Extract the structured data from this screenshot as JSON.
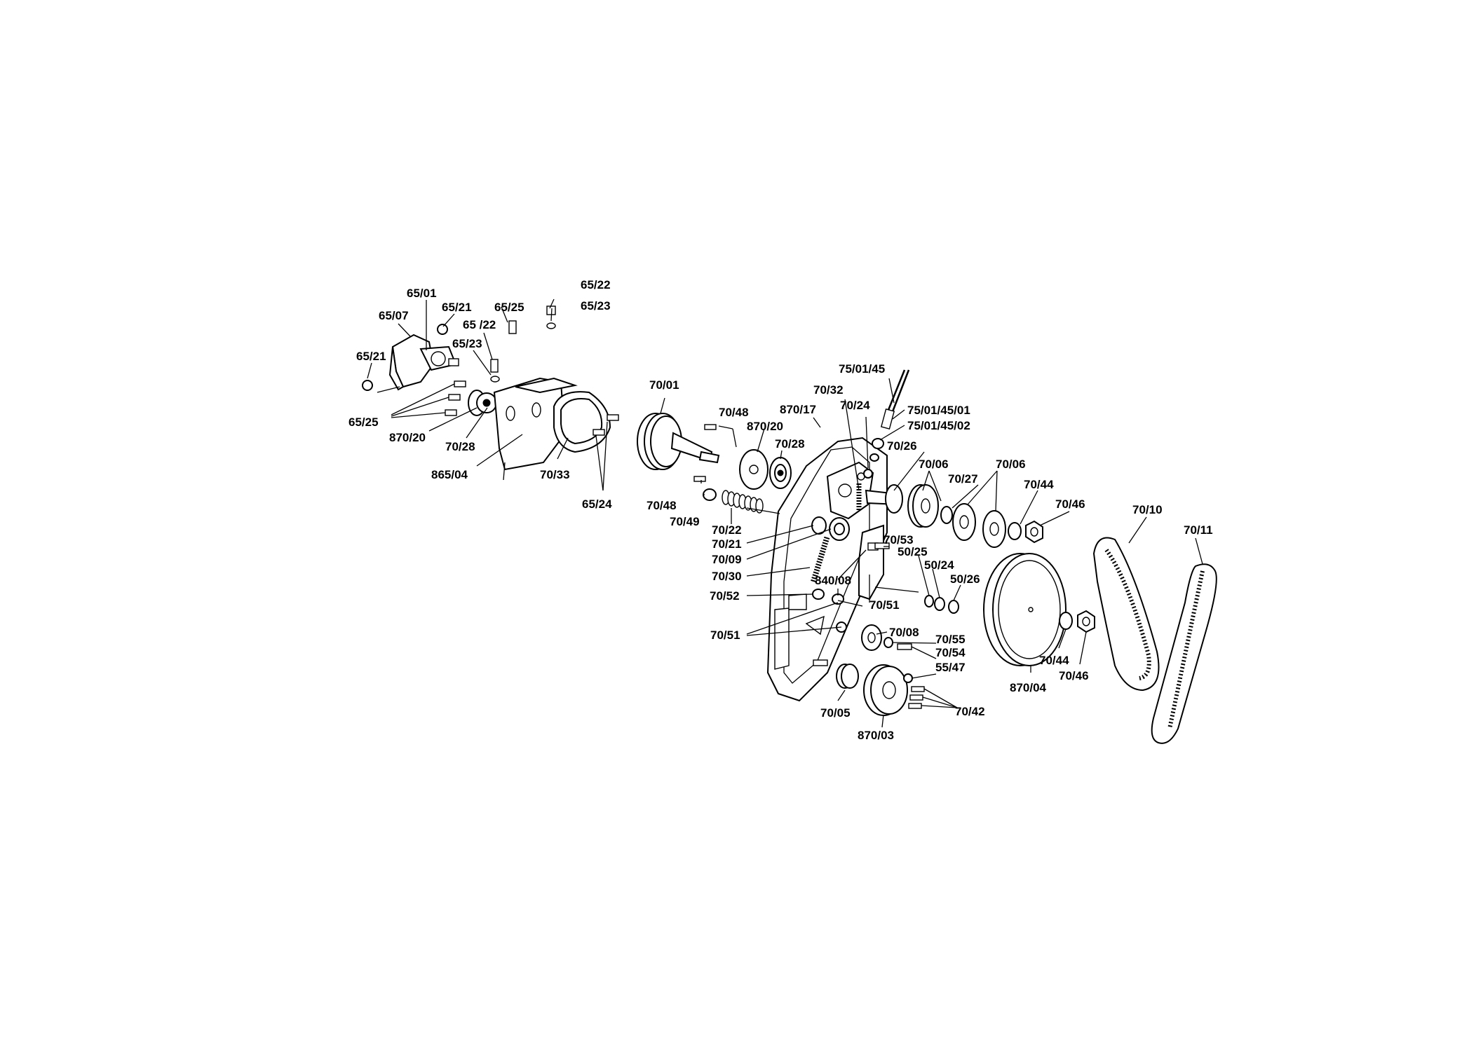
{
  "labels": [
    {
      "id": "l01",
      "text": "65/01"
    },
    {
      "id": "l02",
      "text": "65/21"
    },
    {
      "id": "l03",
      "text": "65/25"
    },
    {
      "id": "l04",
      "text": "65/22"
    },
    {
      "id": "l05",
      "text": "65/23"
    },
    {
      "id": "l06",
      "text": "65/07"
    },
    {
      "id": "l07",
      "text": "65 /22"
    },
    {
      "id": "l08",
      "text": "65/23"
    },
    {
      "id": "l09",
      "text": "65/21"
    },
    {
      "id": "l10",
      "text": "65/25"
    },
    {
      "id": "l11",
      "text": "870/20"
    },
    {
      "id": "l12",
      "text": "70/28"
    },
    {
      "id": "l13",
      "text": "865/04"
    },
    {
      "id": "l14",
      "text": "70/33"
    },
    {
      "id": "l15",
      "text": "65/24"
    },
    {
      "id": "l16",
      "text": "70/01"
    },
    {
      "id": "l17",
      "text": "70/48"
    },
    {
      "id": "l18",
      "text": "870/20"
    },
    {
      "id": "l19",
      "text": "70/28"
    },
    {
      "id": "l20",
      "text": "870/17"
    },
    {
      "id": "l21",
      "text": "70/32"
    },
    {
      "id": "l22",
      "text": "70/24"
    },
    {
      "id": "l23",
      "text": "75/01/45"
    },
    {
      "id": "l24",
      "text": "75/01/45/01"
    },
    {
      "id": "l25",
      "text": "75/01/45/02"
    },
    {
      "id": "l26",
      "text": "70/26"
    },
    {
      "id": "l27",
      "text": "70/06"
    },
    {
      "id": "l28",
      "text": "70/06"
    },
    {
      "id": "l29",
      "text": "70/27"
    },
    {
      "id": "l30",
      "text": "70/44"
    },
    {
      "id": "l31",
      "text": "70/46"
    },
    {
      "id": "l32",
      "text": "70/10"
    },
    {
      "id": "l33",
      "text": "70/11"
    },
    {
      "id": "l34",
      "text": "70/48"
    },
    {
      "id": "l35",
      "text": "70/49"
    },
    {
      "id": "l36",
      "text": "70/22"
    },
    {
      "id": "l37",
      "text": "70/21"
    },
    {
      "id": "l38",
      "text": "70/09"
    },
    {
      "id": "l39",
      "text": "70/30"
    },
    {
      "id": "l40",
      "text": "70/52"
    },
    {
      "id": "l41",
      "text": "70/51"
    },
    {
      "id": "l42",
      "text": "70/53"
    },
    {
      "id": "l43",
      "text": "50/25"
    },
    {
      "id": "l44",
      "text": "50/24"
    },
    {
      "id": "l45",
      "text": "50/26"
    },
    {
      "id": "l46",
      "text": "840/08"
    },
    {
      "id": "l47",
      "text": "70/51"
    },
    {
      "id": "l48",
      "text": "70/08"
    },
    {
      "id": "l49",
      "text": "70/55"
    },
    {
      "id": "l50",
      "text": "70/54"
    },
    {
      "id": "l51",
      "text": "55/47"
    },
    {
      "id": "l52",
      "text": "70/42"
    },
    {
      "id": "l53",
      "text": "70/05"
    },
    {
      "id": "l54",
      "text": "870/03"
    },
    {
      "id": "l55",
      "text": "70/44"
    },
    {
      "id": "l56",
      "text": "70/46"
    },
    {
      "id": "l57",
      "text": "870/04"
    }
  ]
}
